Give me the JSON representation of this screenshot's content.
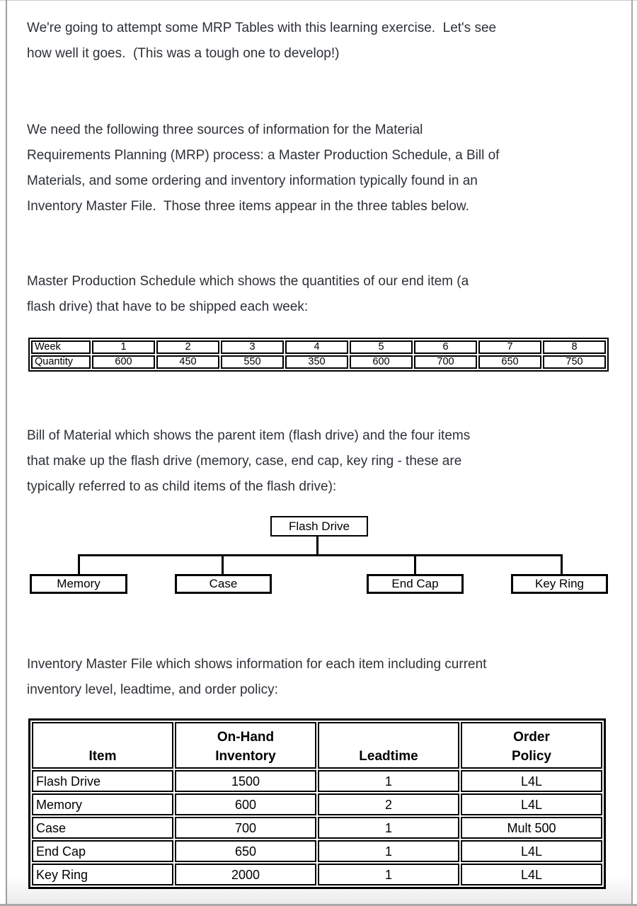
{
  "colors": {
    "text": "#2d3136",
    "table_border": "#000000",
    "page_frame_gray": "#a8a8a8"
  },
  "paragraphs": {
    "intro": {
      "lines": [
        "We're going to attempt some MRP Tables with this learning exercise.  Let's see",
        "how well it goes.  (This was a tough one to develop!)"
      ]
    },
    "sources": {
      "lines": [
        "We need the following three sources of information for the Material",
        "Requirements Planning (MRP) process: a Master Production Schedule, a Bill of",
        "Materials, and some ordering and inventory information typically found in an",
        "Inventory Master File.  Those three items appear in the three tables below."
      ]
    },
    "mps_caption": {
      "lines": [
        "Master Production Schedule which shows the quantities of our end item (a",
        "flash drive) that have to be shipped each week:"
      ]
    },
    "bom_caption": {
      "lines": [
        "Bill of Material which shows the parent item (flash drive) and the four items",
        "that make up the flash drive (memory, case, end cap, key ring - these are",
        "typically referred to as child items of the flash drive):"
      ]
    },
    "imf_caption": {
      "lines": [
        "Inventory Master File which shows information for each item including current",
        "inventory level, leadtime, and order policy:"
      ]
    }
  },
  "mps_table": {
    "rows": [
      {
        "label": "Week",
        "values": [
          "1",
          "2",
          "3",
          "4",
          "5",
          "6",
          "7",
          "8"
        ]
      },
      {
        "label": "Quantity",
        "values": [
          "600",
          "450",
          "550",
          "350",
          "600",
          "700",
          "650",
          "750"
        ]
      }
    ]
  },
  "bom_tree": {
    "parent": "Flash Drive",
    "children": [
      "Memory",
      "Case",
      "End Cap",
      "Key Ring"
    ]
  },
  "imf_table": {
    "headers": [
      "Item",
      "On-Hand\nInventory",
      "Leadtime",
      "Order\nPolicy"
    ],
    "rows": [
      [
        "Flash Drive",
        "1500",
        "1",
        "L4L"
      ],
      [
        "Memory",
        "600",
        "2",
        "L4L"
      ],
      [
        "Case",
        "700",
        "1",
        "Mult 500"
      ],
      [
        "End Cap",
        "650",
        "1",
        "L4L"
      ],
      [
        "Key Ring",
        "2000",
        "1",
        "L4L"
      ]
    ]
  }
}
